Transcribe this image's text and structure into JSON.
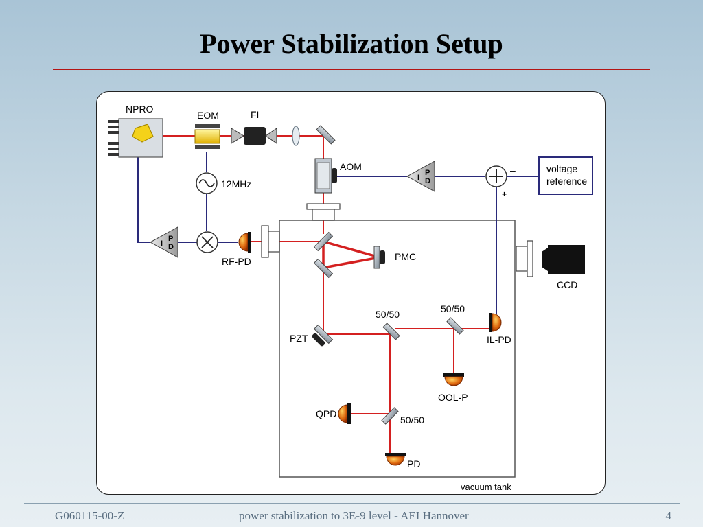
{
  "slide": {
    "title": "Power Stabilization Setup",
    "footer_left": "G060115-00-Z",
    "footer_center": "power stabilization to 3E-9 level  - AEI Hannover",
    "page_number": "4"
  },
  "diagram": {
    "labels": {
      "npro": "NPRO",
      "eom": "EOM",
      "fi": "FI",
      "aom": "AOM",
      "freq": "12MHz",
      "voltage_ref_1": "voltage",
      "voltage_ref_2": "reference",
      "minus": "–",
      "plus": "+",
      "rf_pd": "RF-PD",
      "pmc": "PMC",
      "ccd": "CCD",
      "bs1": "50/50",
      "bs2": "50/50",
      "bs3": "50/50",
      "il_pd": "IL-PD",
      "pzt": "PZT",
      "ool_p": "OOL-P",
      "qpd": "QPD",
      "pd": "PD",
      "vacuum_tank": "vacuum tank",
      "amp_i": "I",
      "amp_p": "P",
      "amp_d": "D"
    },
    "colors": {
      "beam": "#d42020",
      "signal_wire": "#2a2a7a",
      "photodiode": "#e06a10",
      "mirror": "#9aa6b2"
    }
  }
}
